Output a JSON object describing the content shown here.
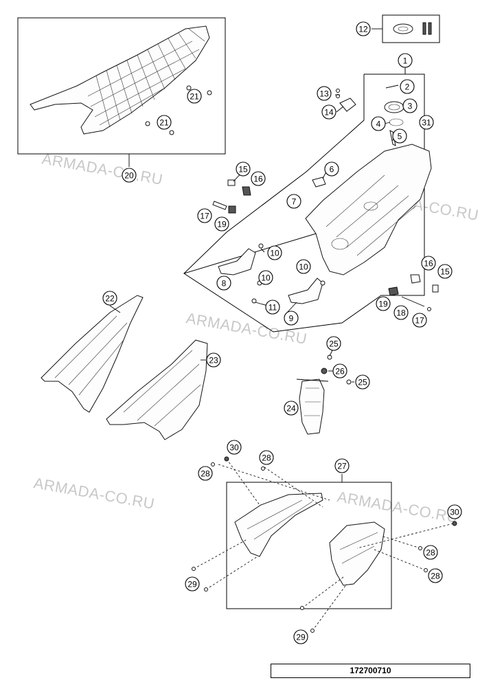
{
  "watermark": "ARMADA-CO.RU",
  "document_number": "172700710",
  "callouts": [
    {
      "id": "c1",
      "label": "1"
    },
    {
      "id": "c2",
      "label": "2"
    },
    {
      "id": "c3",
      "label": "3"
    },
    {
      "id": "c4",
      "label": "4"
    },
    {
      "id": "c5",
      "label": "5"
    },
    {
      "id": "c6",
      "label": "6"
    },
    {
      "id": "c7",
      "label": "7"
    },
    {
      "id": "c8",
      "label": "8"
    },
    {
      "id": "c9",
      "label": "9"
    },
    {
      "id": "c10a",
      "label": "10"
    },
    {
      "id": "c10b",
      "label": "10"
    },
    {
      "id": "c10c",
      "label": "10"
    },
    {
      "id": "c11",
      "label": "11"
    },
    {
      "id": "c12",
      "label": "12"
    },
    {
      "id": "c13",
      "label": "13"
    },
    {
      "id": "c14",
      "label": "14"
    },
    {
      "id": "c15a",
      "label": "15"
    },
    {
      "id": "c15b",
      "label": "15"
    },
    {
      "id": "c16a",
      "label": "16"
    },
    {
      "id": "c16b",
      "label": "16"
    },
    {
      "id": "c17a",
      "label": "17"
    },
    {
      "id": "c17b",
      "label": "17"
    },
    {
      "id": "c18",
      "label": "18"
    },
    {
      "id": "c19a",
      "label": "19"
    },
    {
      "id": "c19b",
      "label": "19"
    },
    {
      "id": "c20",
      "label": "20"
    },
    {
      "id": "c21a",
      "label": "21"
    },
    {
      "id": "c21b",
      "label": "21"
    },
    {
      "id": "c22",
      "label": "22"
    },
    {
      "id": "c23",
      "label": "23"
    },
    {
      "id": "c24",
      "label": "24"
    },
    {
      "id": "c25a",
      "label": "25"
    },
    {
      "id": "c25b",
      "label": "25"
    },
    {
      "id": "c26",
      "label": "26"
    },
    {
      "id": "c27",
      "label": "27"
    },
    {
      "id": "c28a",
      "label": "28"
    },
    {
      "id": "c28b",
      "label": "28"
    },
    {
      "id": "c28c",
      "label": "28"
    },
    {
      "id": "c28d",
      "label": "28"
    },
    {
      "id": "c29a",
      "label": "29"
    },
    {
      "id": "c29b",
      "label": "29"
    },
    {
      "id": "c30a",
      "label": "30"
    },
    {
      "id": "c30b",
      "label": "30"
    },
    {
      "id": "c31",
      "label": "31"
    }
  ]
}
